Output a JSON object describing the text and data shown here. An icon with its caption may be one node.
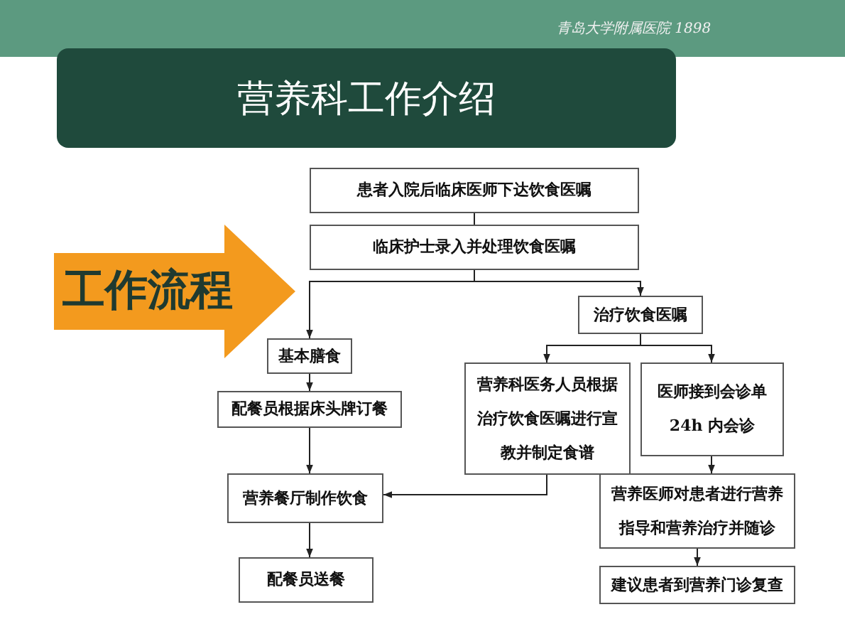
{
  "diagram": {
    "title": "营养科工作介绍",
    "nodes": [
      {
        "text": [
          "患者入院后临床医师下达饮食医嘱"
        ]
      },
      {
        "text": [
          "临床护士录入并处理饮食医嘱"
        ]
      },
      {
        "text": [
          "治疗饮食医嘱"
        ]
      },
      {
        "text": [
          "基本膳食"
        ]
      },
      {
        "text": [
          "配餐员根据床头牌订餐"
        ]
      },
      {
        "text": [
          "营养科医务人员根据治疗饮食医嘱进行宣教并制定食谱"
        ]
      },
      {
        "text": [
          "医师接到会诊单",
          "24h 内会诊"
        ]
      },
      {
        "text": [
          "营养餐厅制作饮食"
        ]
      },
      {
        "text": [
          "营养医师对患者进行营养指导和营养治疗并随诊"
        ]
      },
      {
        "text": [
          "配餐员送餐"
        ]
      },
      {
        "text": [
          "建议患者到营养门诊复查"
        ]
      },
      {
        "text": [
          "工作流程"
        ]
      }
    ],
    "edges": [
      {
        "from": 0,
        "to": 1,
        "arrow": "none"
      },
      {
        "from": 1,
        "to": 3,
        "arrow": "to"
      },
      {
        "from": 1,
        "to": 2,
        "arrow": "to"
      },
      {
        "from": 2,
        "to": 5,
        "arrow": "to"
      },
      {
        "from": 2,
        "to": 6,
        "arrow": "to"
      },
      {
        "from": 3,
        "to": 4,
        "arrow": "to"
      },
      {
        "from": 4,
        "to": 7,
        "arrow": "to"
      },
      {
        "from": 5,
        "to": 7,
        "arrow": "to"
      },
      {
        "from": 6,
        "to": 8,
        "arrow": "to"
      },
      {
        "from": 7,
        "to": 9,
        "arrow": "to"
      },
      {
        "from": 8,
        "to": 10,
        "arrow": "to"
      }
    ],
    "labels": [
      "青岛大学附属医院 1898"
    ]
  }
}
